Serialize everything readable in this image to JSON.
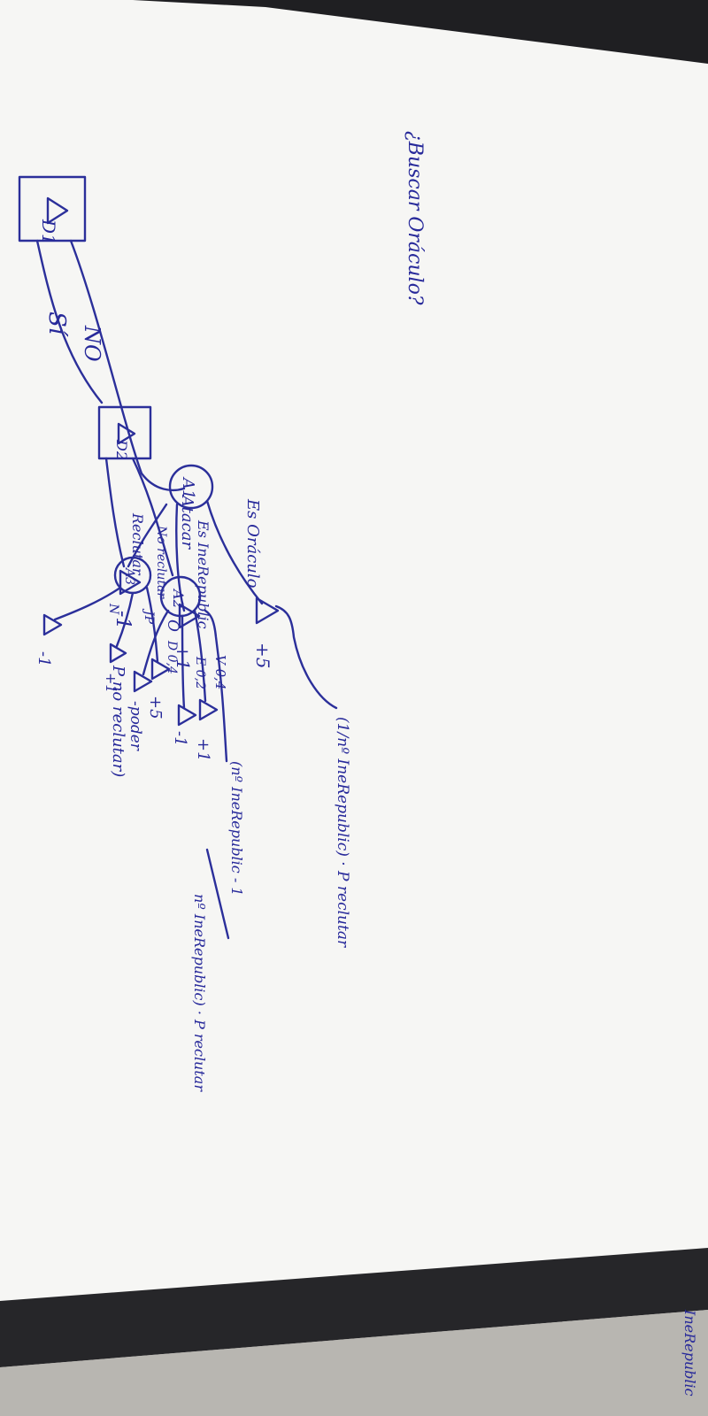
{
  "colors": {
    "ink": "#2b2f9a",
    "paper": "#f6f6f4",
    "desk": "#c9c6c0",
    "edge": "#1f1f22"
  },
  "question": "¿Buscar Oráculo?",
  "nodes": {
    "d1": "D1",
    "d2": "D2",
    "a1": "A1",
    "a2": "A2",
    "a3": "A3"
  },
  "branches": {
    "si": "Sí",
    "no": "NO",
    "es_oraculo": "Es Oráculo",
    "es_inepublic": "Es IneRepublic",
    "no_reclutar": "No reclutar",
    "atacar": "Atacar",
    "reclutar": "Reclutar",
    "v": "V 0,4",
    "e": "E 0,2",
    "d": "D 0,4",
    "o": "O",
    "jp": "JP",
    "n": "N"
  },
  "payoffs": {
    "oraculo": "+5",
    "inepublic": "+1",
    "no_reclutar": "-1",
    "v": "+1",
    "e": "-1",
    "d": "-poder",
    "o": "+5",
    "jp": "+1",
    "n": "-1"
  },
  "annotations": {
    "prob_oraculo": "(1/nº IneRepublic) · P reclutar",
    "prob_inepublic_top": "(nº IneRepublic - 1",
    "prob_inepublic_bottom": "nº IneRepublic) · P reclutar",
    "prob_no_reclutar": "P no reclutar)",
    "corner": "IneRepublic"
  }
}
